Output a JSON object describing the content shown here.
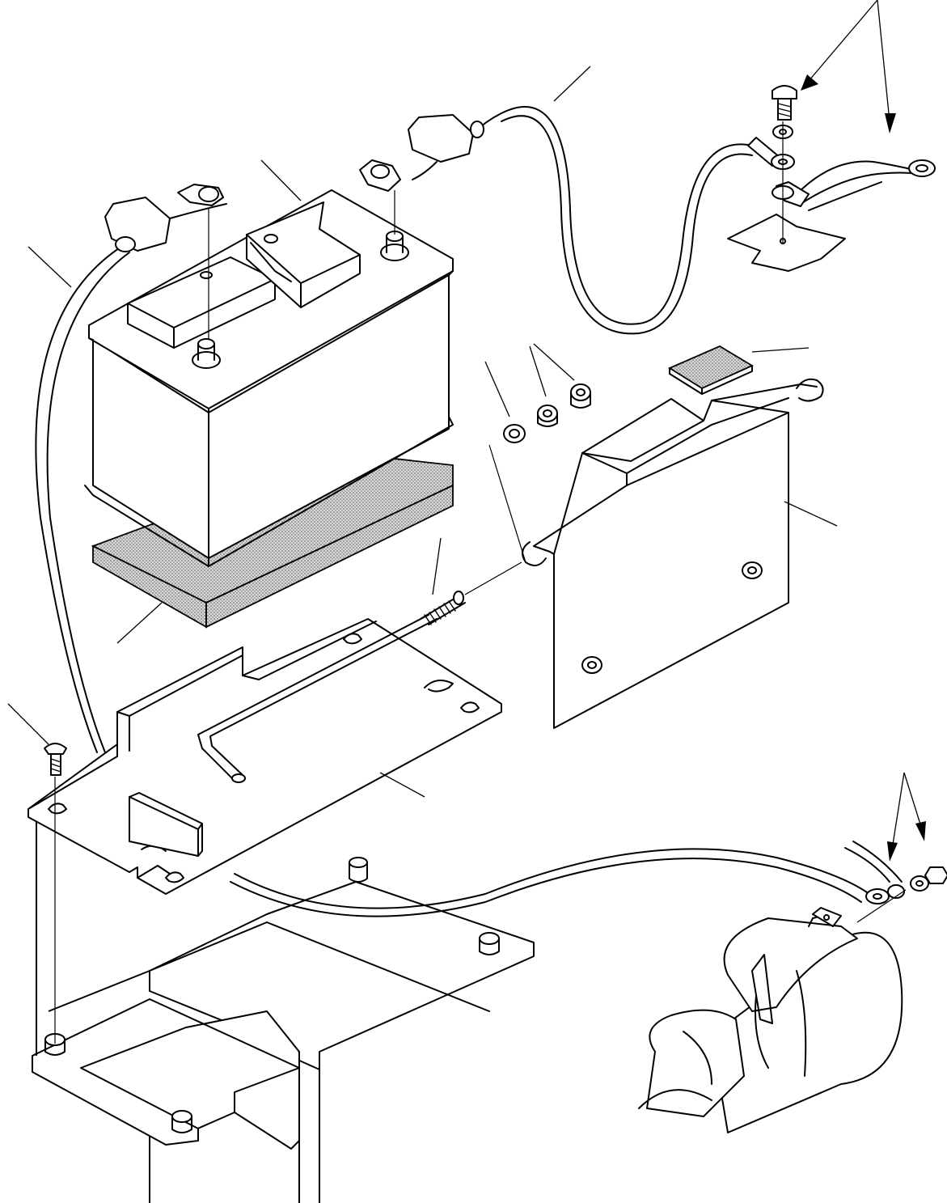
{
  "figure": {
    "background": "#ffffff",
    "line_color": "#000000",
    "pad_fill": "#bdbdbd"
  },
  "parts": [
    {
      "name": "battery"
    },
    {
      "name": "positive-cable"
    },
    {
      "name": "negative-cable"
    },
    {
      "name": "battery-pad"
    },
    {
      "name": "battery-tray"
    },
    {
      "name": "hold-down-bracket"
    },
    {
      "name": "hold-down-rod"
    },
    {
      "name": "mounting-bolt"
    },
    {
      "name": "starter-motor"
    },
    {
      "name": "ground-strap"
    }
  ]
}
